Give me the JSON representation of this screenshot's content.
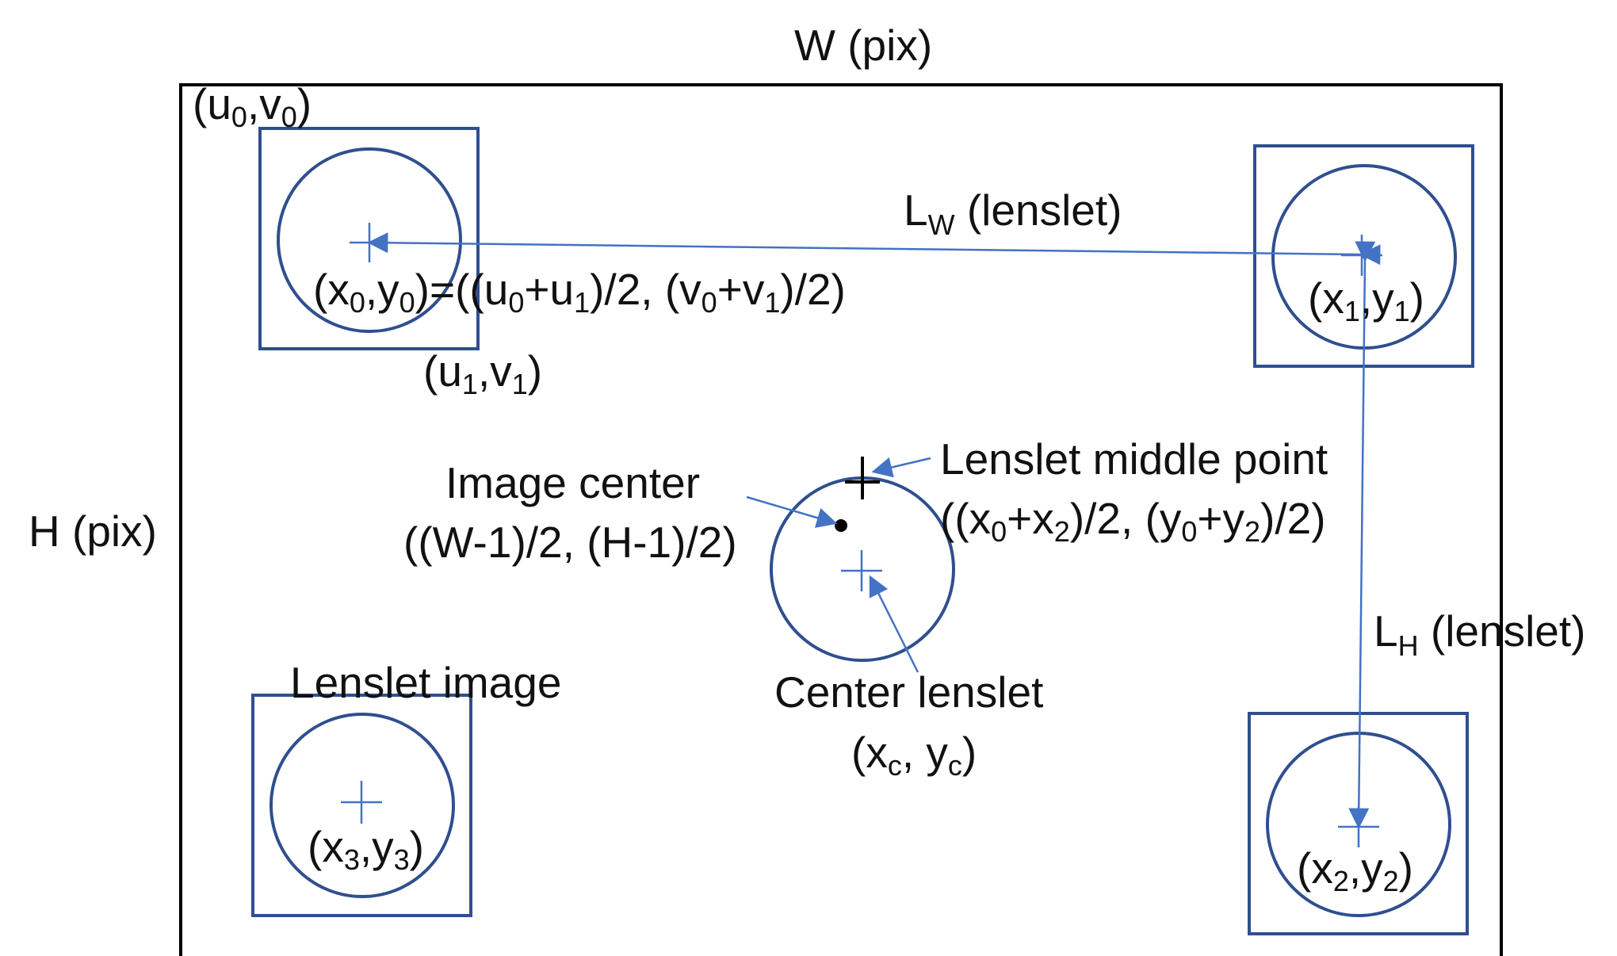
{
  "colors": {
    "frame": "#000000",
    "lenslet_stroke": "#2f4f8f",
    "arrow": "#4472c4",
    "text": "#111111"
  },
  "icons": {
    "cross": "plus-crosshair-icon",
    "dot": "filled-dot-icon",
    "arrow": "arrowhead-icon"
  },
  "labels": {
    "width": "W (pix)",
    "height": "H (pix)",
    "lw_main": "L",
    "lw_sub": "W",
    "lw_tail": " (lenslet)",
    "lh_main": "L",
    "lh_sub": "H",
    "lh_tail": " (lenslet)",
    "lenslet_image": "Lenslet image",
    "image_center_title": "Image center",
    "image_center_formula": "((W-1)/2, (H-1)/2)",
    "lenslet_middle_title": "Lenslet middle point",
    "center_lenslet_title": "Center lenslet"
  },
  "coords": {
    "u0v0": {
      "open": "(u",
      "s1": "0",
      "mid": ",v",
      "s2": "0",
      "close": ")"
    },
    "u1v1": {
      "open": "(u",
      "s1": "1",
      "mid": ",v",
      "s2": "1",
      "close": ")"
    },
    "x1y1": {
      "open": "(x",
      "s1": "1",
      "mid": ",y",
      "s2": "1",
      "close": ")"
    },
    "x2y2": {
      "open": "(x",
      "s1": "2",
      "mid": ",y",
      "s2": "2",
      "close": ")"
    },
    "x3y3": {
      "open": "(x",
      "s1": "3",
      "mid": ",y",
      "s2": "3",
      "close": ")"
    },
    "xcyc": {
      "open": "(x",
      "s1": "c",
      "mid": ", y",
      "s2": "c",
      "close": ")"
    },
    "x0y0_formula": {
      "p1": "(x",
      "s1": "0",
      "p2": ",y",
      "s2": "0",
      "p3": ")=((u",
      "s3": "0",
      "p4": "+u",
      "s4": "1",
      "p5": ")/2,  (v",
      "s5": "0",
      "p6": "+v",
      "s6": "1",
      "p7": ")/2)"
    },
    "middle_formula": {
      "p1": "((x",
      "s1": "0",
      "p2": "+x",
      "s2": "2",
      "p3": ")/2,  (y",
      "s3": "0",
      "p4": "+y",
      "s4": "2",
      "p5": ")/2)"
    }
  }
}
